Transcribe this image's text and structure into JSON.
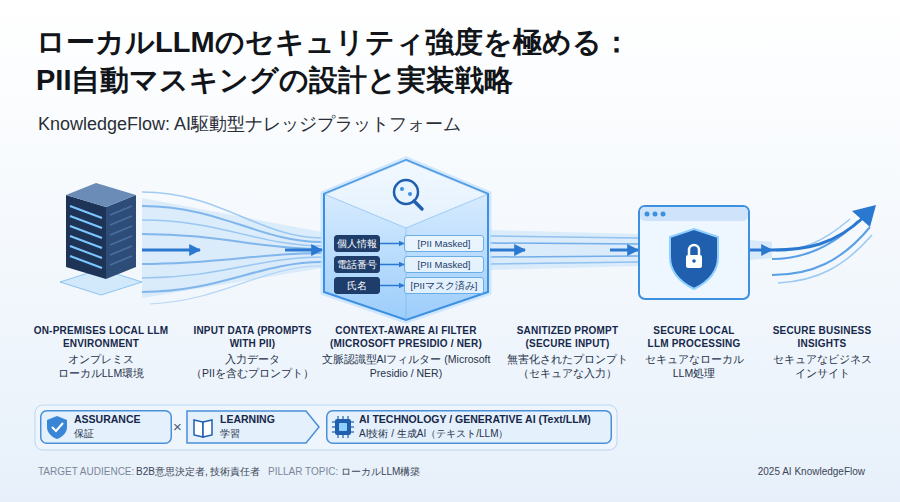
{
  "diagram": {
    "title": "ローカルLLMのセキュリティ強度を極める： PII自動マスキングの設計と実装戦略",
    "nodes": [
      {
        "text": [
          "ON-PREMISES LOCAL LLM ENVIRONMENT",
          "オンプレミス ローカルLLM環境"
        ]
      },
      {
        "text": [
          "INPUT DATA (PROMPTS WITH PII)",
          "入力データ （PIIを含むプロンプト）"
        ]
      },
      {
        "text": [
          "CONTEXT-AWARE AI FILTER (MICROSOFT PRESIDIO / NER)",
          "文脈認識型AIフィルター (Microsoft Presidio / NER)"
        ]
      },
      {
        "text": [
          "個人情報"
        ],
        "in": 2
      },
      {
        "text": [
          "[PII Masked]"
        ],
        "in": 2
      },
      {
        "text": [
          "電話番号"
        ],
        "in": 2
      },
      {
        "text": [
          "[PII Masked]"
        ],
        "in": 2
      },
      {
        "text": [
          "氏名"
        ],
        "in": 2
      },
      {
        "text": [
          "[PIIマスク済み]"
        ],
        "in": 2
      },
      {
        "text": [
          "SANITIZED PROMPT (SECURE INPUT)",
          "無害化されたプロンプト （セキュアな入力）"
        ]
      },
      {
        "text": [
          "SECURE LOCAL LLM PROCESSING",
          "セキュアなローカル LLM処理"
        ]
      },
      {
        "text": [
          "SECURE BUSINESS INSIGHTS",
          "セキュアなビジネス インサイト"
        ]
      },
      {
        "text": [
          "ASSURANCE",
          "保証"
        ]
      },
      {
        "text": [
          "LEARNING",
          "学習"
        ]
      },
      {
        "text": [
          "AI TECHNOLOGY / GENERATIVE AI (Text/LLM)",
          "AI技術 / 生成AI（テキスト/LLM）"
        ]
      }
    ],
    "edges": [
      {
        "from": 0,
        "to": 1,
        "arrow": "to"
      },
      {
        "from": 1,
        "to": 2,
        "arrow": "to"
      },
      {
        "from": 2,
        "to": 9,
        "arrow": "to"
      },
      {
        "from": 9,
        "to": 10,
        "arrow": "to"
      },
      {
        "from": 10,
        "to": 11,
        "arrow": "to"
      },
      {
        "from": 3,
        "to": 4,
        "arrow": "to"
      },
      {
        "from": 5,
        "to": 6,
        "arrow": "to"
      },
      {
        "from": 7,
        "to": 8,
        "arrow": "to"
      }
    ],
    "labels": [
      "KnowledgeFlow: AI駆動型ナレッジプラットフォーム",
      "×",
      "TARGET AUDIENCE:",
      "B2B意思決定者, 技術責任者",
      "PILLAR TOPIC:",
      "ローカルLLM構築",
      "2025 AI KnowledgeFlow"
    ]
  }
}
